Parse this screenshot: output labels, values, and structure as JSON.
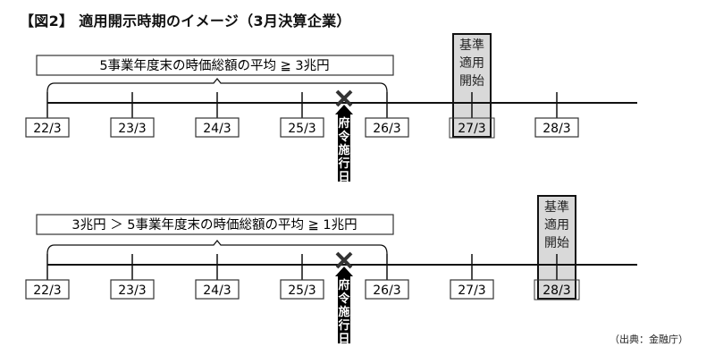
{
  "title": "【図2】 適用開示時期のイメージ（3月決算企業）",
  "source": "（出典：金融庁）",
  "timelines": [
    {
      "condition": "5事業年度末の時価総額の平均 ≧ 3兆円",
      "ticks": [
        "22/3",
        "23/3",
        "24/3",
        "25/3",
        "26/3",
        "27/3",
        "28/3"
      ],
      "bracket_from": "22/3",
      "bracket_to": "26/3",
      "start_tick": "27/3",
      "start_label": [
        "基準",
        "適用",
        "開始"
      ],
      "enforcement_label": "府令施行日"
    },
    {
      "condition": "3兆円 ＞ 5事業年度末の時価総額の平均 ≧ 1兆円",
      "ticks": [
        "22/3",
        "23/3",
        "24/3",
        "25/3",
        "26/3",
        "27/3",
        "28/3"
      ],
      "bracket_from": "22/3",
      "bracket_to": "26/3",
      "start_tick": "28/3",
      "start_label": [
        "基準",
        "適用",
        "開始"
      ],
      "enforcement_label": "府令施行日"
    }
  ],
  "colors": {
    "line": "#111111",
    "highlight_fill": "#d9d9d9",
    "enforcement_arrow": "#000000"
  }
}
